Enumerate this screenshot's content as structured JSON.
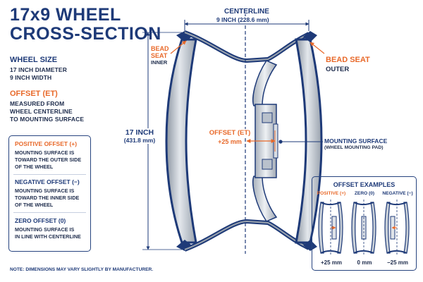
{
  "title": {
    "line1": "17x9 WHEEL",
    "line2": "CROSS-SECTION"
  },
  "wheel_size": {
    "heading": "WHEEL SIZE",
    "line1": "17 INCH DIAMETER",
    "line2": "9 INCH WIDTH"
  },
  "offset_info": {
    "heading": "OFFSET (ET)",
    "line1": "MEASURED FROM",
    "line2": "WHEEL CENTERLINE",
    "line3": "TO MOUNTING SURFACE"
  },
  "offset_types": {
    "positive": {
      "heading": "POSITIVE OFFSET (+)",
      "line1": "MOUNTING SURFACE IS",
      "line2": "TOWARD THE OUTER SIDE",
      "line3": "OF THE WHEEL"
    },
    "negative": {
      "heading": "NEGATIVE OFFSET (−)",
      "line1": "MOUNTING SURFACE IS",
      "line2": "TOWARD THE INNER SIDE",
      "line3": "OF THE WHEEL"
    },
    "zero": {
      "heading": "ZERO OFFSET (0)",
      "line1": "MOUNTING SURFACE IS",
      "line2": "IN LINE WITH CENTERLINE"
    }
  },
  "diagram": {
    "centerline": "CENTERLINE",
    "width_label": "9 INCH (228.6 mm)",
    "bead_inner": {
      "line1": "BEAD",
      "line2": "SEAT",
      "line3": "INNER"
    },
    "bead_outer": {
      "line1": "BEAD SEAT",
      "line2": "OUTER"
    },
    "diameter": {
      "line1": "17 INCH",
      "line2": "(431.8 mm)"
    },
    "offset": {
      "line1": "OFFSET (ET)",
      "line2": "+25 mm"
    },
    "mounting": {
      "line1": "MOUNTING SURFACE",
      "line2": "(WHEEL MOUNTING PAD)"
    }
  },
  "offset_examples": {
    "heading": "OFFSET EXAMPLES",
    "items": [
      {
        "label": "POSITIVE (+)",
        "value": "+25 mm"
      },
      {
        "label": "ZERO (0)",
        "value": "0 mm"
      },
      {
        "label": "NEGATIVE (−)",
        "value": "−25 mm"
      }
    ]
  },
  "note": "NOTE: DIMENSIONS MAY VARY SLIGHTLY BY MANUFACTURER.",
  "colors": {
    "navy": "#1e3a78",
    "orange": "#e8692a",
    "steel": "#b9c1cc"
  }
}
